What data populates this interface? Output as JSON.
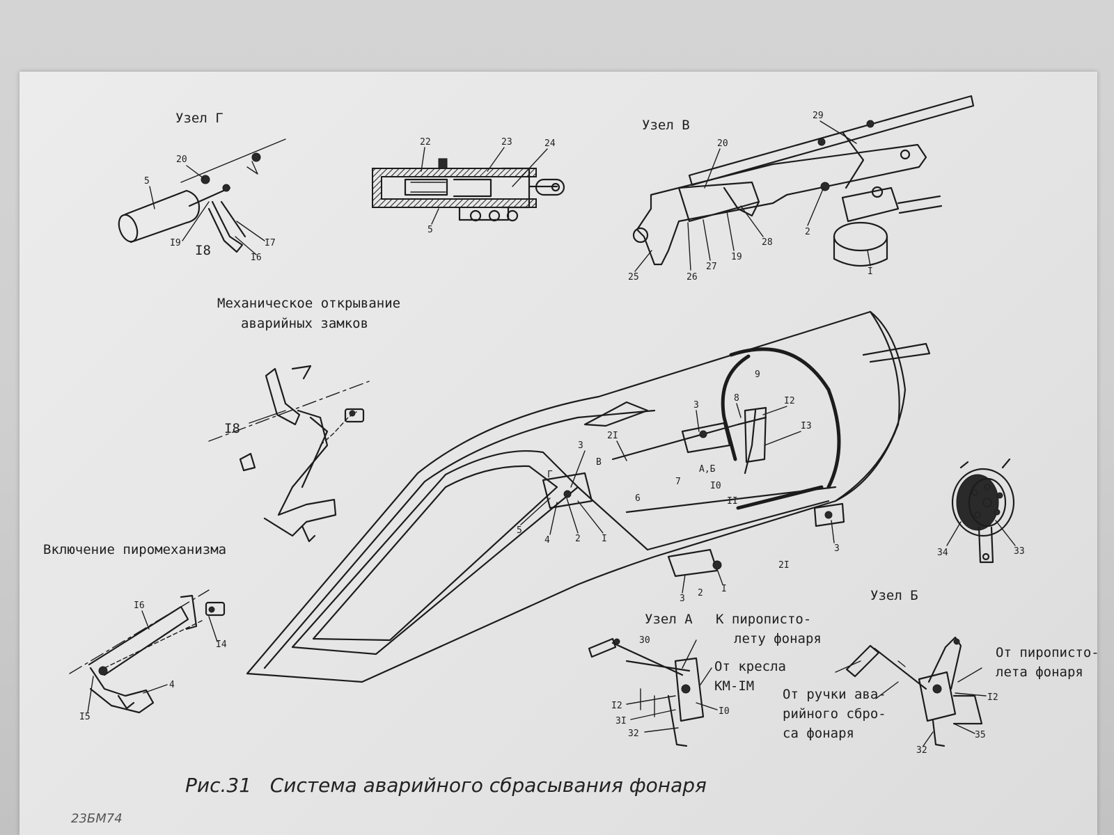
{
  "headings": {
    "node_g": "Узел Г",
    "node_v": "Узел В",
    "node_a": "Узел А",
    "node_b": "Узел Б",
    "mech_opening_line1": "Механическое открывание",
    "mech_opening_line2": "аварийных замков",
    "pyro_activation": "Включение пиромеханизма"
  },
  "notes": {
    "pyro_pistol_a_line1": "К пирописто-",
    "pyro_pistol_a_line2": "лету фонаря",
    "seat_line1": "От кресла",
    "seat_line2": "КМ-IМ",
    "handle_line1": "От ручки ава-",
    "handle_line2": "рийного сбро-",
    "handle_line3": "са фонаря",
    "pyro_pistol_b_line1": "От пирописто-",
    "pyro_pistol_b_line2": "лета фонаря"
  },
  "caption": "Рис.31   Система аварийного сбрасывания фонаря",
  "stamp": "23БМ74",
  "callouts": {
    "g": [
      "20",
      "5",
      "I9",
      "I8",
      "I6",
      "I7"
    ],
    "cyl": [
      "22",
      "23",
      "24",
      "5"
    ],
    "v": [
      "29",
      "20",
      "2",
      "28",
      "19",
      "27",
      "26",
      "25",
      "I"
    ],
    "mech": [
      "I8"
    ],
    "pyro": [
      "I6",
      "I4",
      "4",
      "I5"
    ],
    "main": [
      "9",
      "3",
      "8",
      "I2",
      "I3",
      "2I",
      "3",
      "В",
      "Г",
      "А,Б",
      "I0",
      "7",
      "II",
      "6",
      "5",
      "4",
      "2",
      "I",
      "3",
      "2I",
      "3",
      "2",
      "I"
    ],
    "ring": [
      "34",
      "33"
    ],
    "a": [
      "30",
      "I2",
      "3I",
      "32",
      "I0"
    ],
    "b": [
      "I2",
      "35",
      "32"
    ]
  }
}
